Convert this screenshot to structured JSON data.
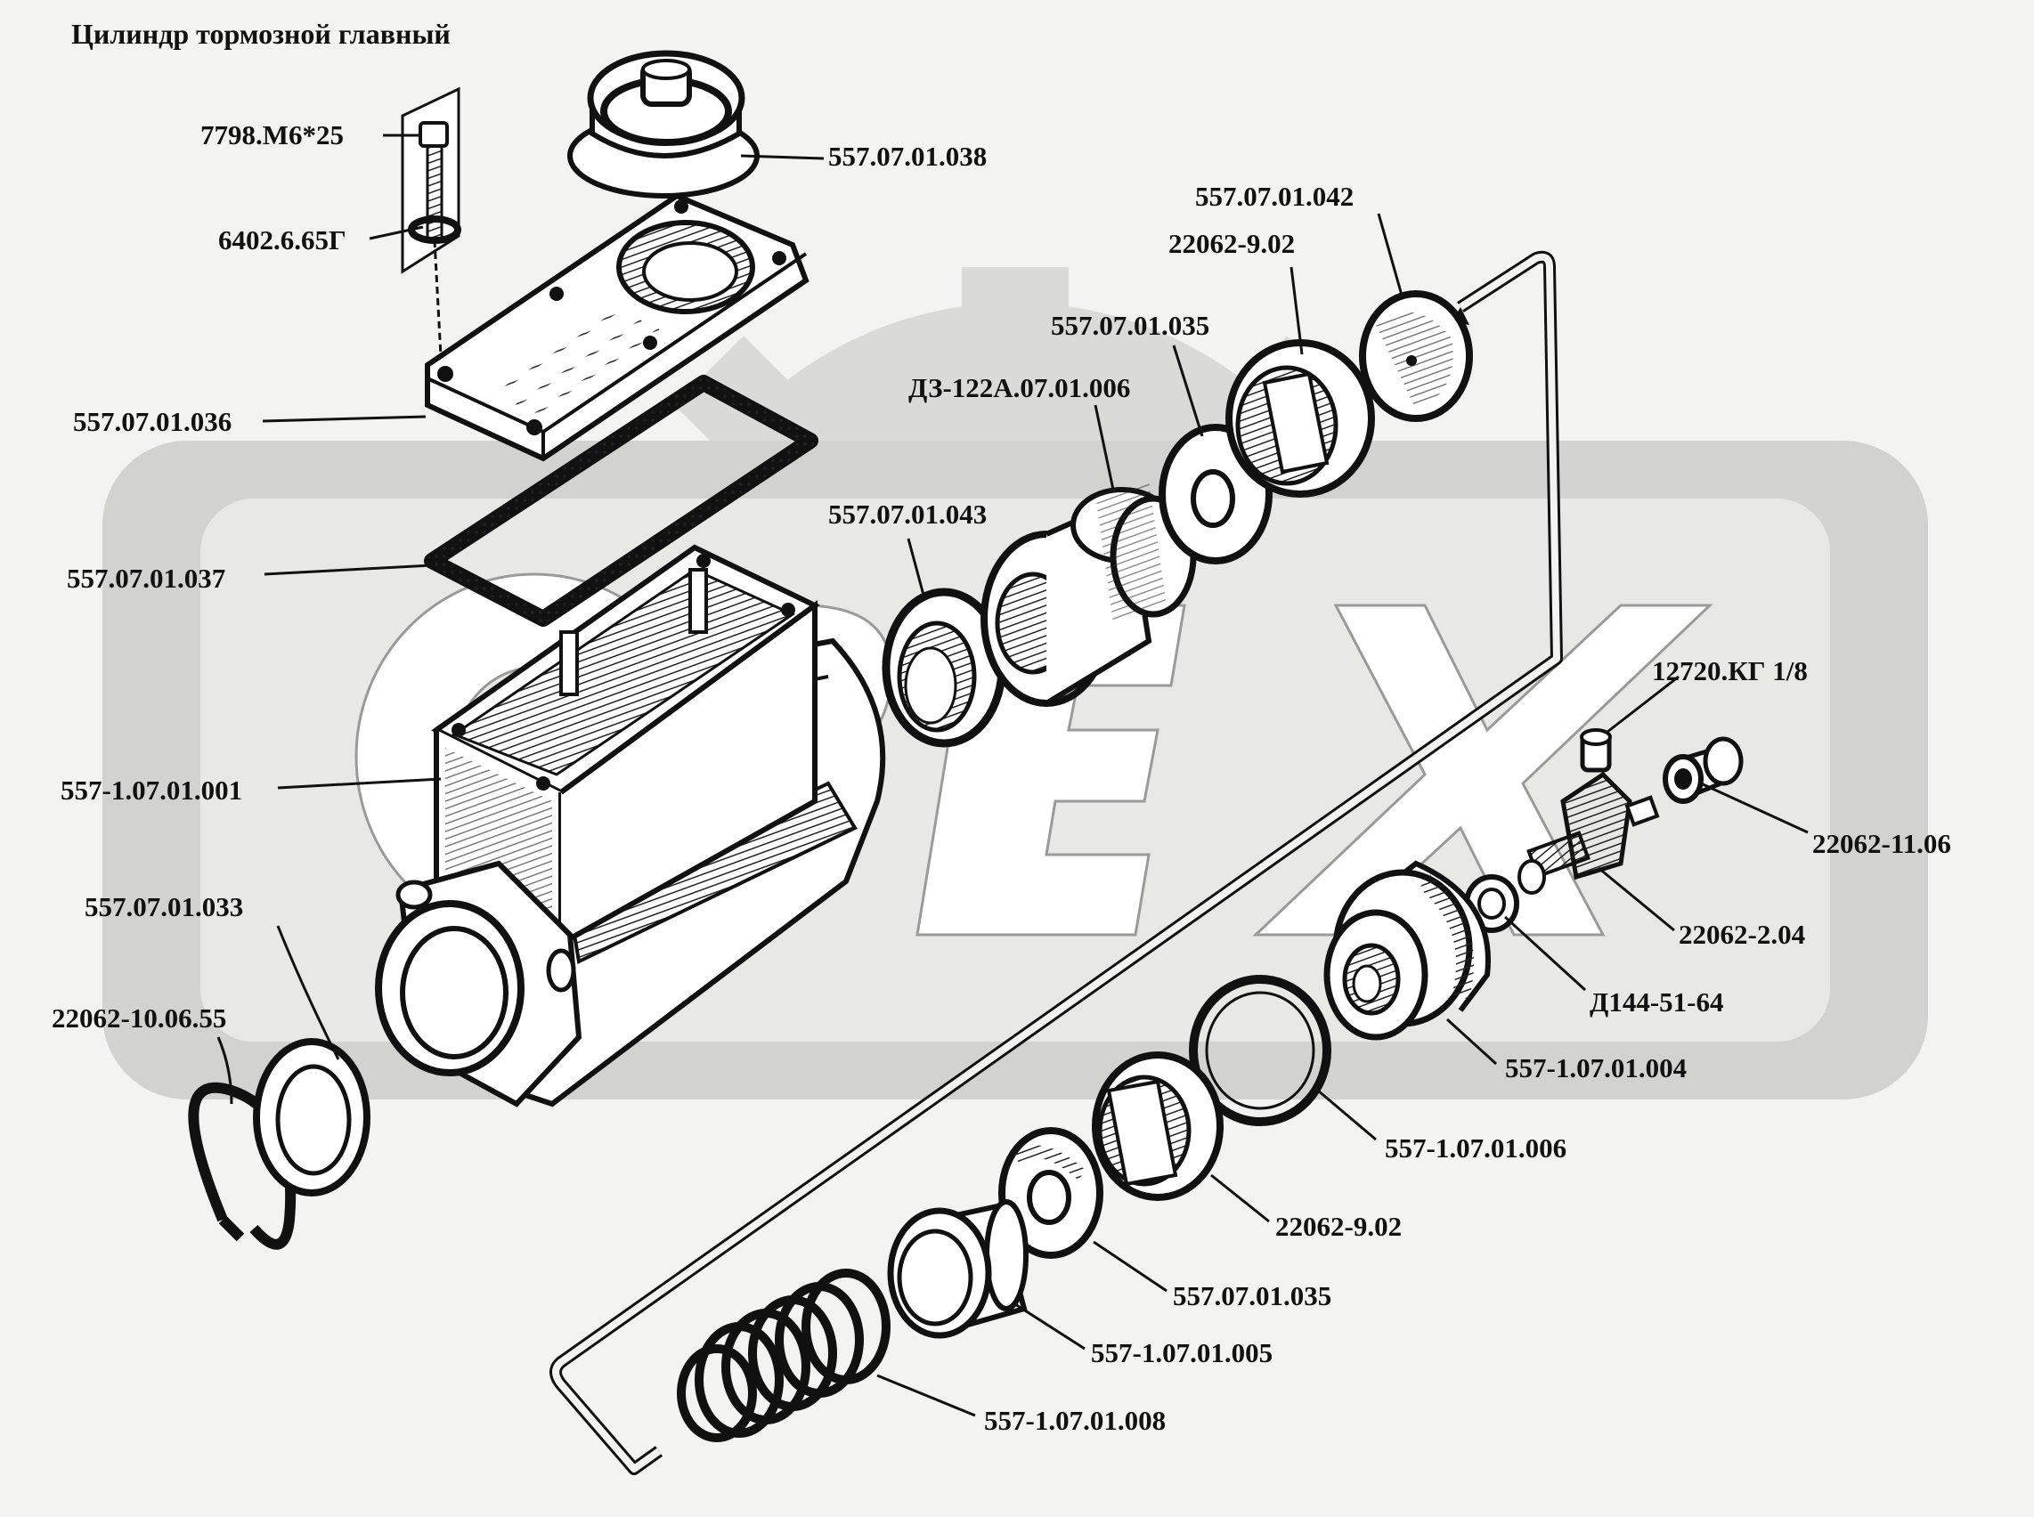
{
  "title": "Цилиндр тормозной главный",
  "watermark": {
    "text": "ОРЕХ",
    "color": "#d9d9d6"
  },
  "colors": {
    "background": "#f3f3f1",
    "ink": "#111111",
    "part_fill": "#ffffff",
    "hatch": "#222222"
  },
  "labels": [
    {
      "id": "bolt",
      "text": "7798.М6*25"
    },
    {
      "id": "washer-spring",
      "text": "6402.6.65Г"
    },
    {
      "id": "cap",
      "text": "557.07.01.038"
    },
    {
      "id": "cover",
      "text": "557.07.01.036"
    },
    {
      "id": "gasket",
      "text": "557.07.01.037"
    },
    {
      "id": "body",
      "text": "557-1.07.01.001"
    },
    {
      "id": "washer-rear",
      "text": "557.07.01.033"
    },
    {
      "id": "ring-rear",
      "text": "22062-10.06.55"
    },
    {
      "id": "cuff-043",
      "text": "557.07.01.043"
    },
    {
      "id": "piston",
      "text": "ДЗ-122А.07.01.006"
    },
    {
      "id": "valve-035-top",
      "text": "557.07.01.035"
    },
    {
      "id": "cuff-902-top",
      "text": "22062-9.02"
    },
    {
      "id": "disc-042",
      "text": "557.07.01.042"
    },
    {
      "id": "bleeder",
      "text": "12720.КГ 1/8"
    },
    {
      "id": "cap-1106",
      "text": "22062-11.06"
    },
    {
      "id": "fitting-204",
      "text": "22062-2.04"
    },
    {
      "id": "washer-d144",
      "text": "Д144-51-64"
    },
    {
      "id": "plug-004",
      "text": "557-1.07.01.004"
    },
    {
      "id": "ring-006",
      "text": "557-1.07.01.006"
    },
    {
      "id": "cuff-902-bottom",
      "text": "22062-9.02"
    },
    {
      "id": "valve-035-bottom",
      "text": "557.07.01.035"
    },
    {
      "id": "sleeve-005",
      "text": "557-1.07.01.005"
    },
    {
      "id": "spring-008",
      "text": "557-1.07.01.008"
    }
  ]
}
